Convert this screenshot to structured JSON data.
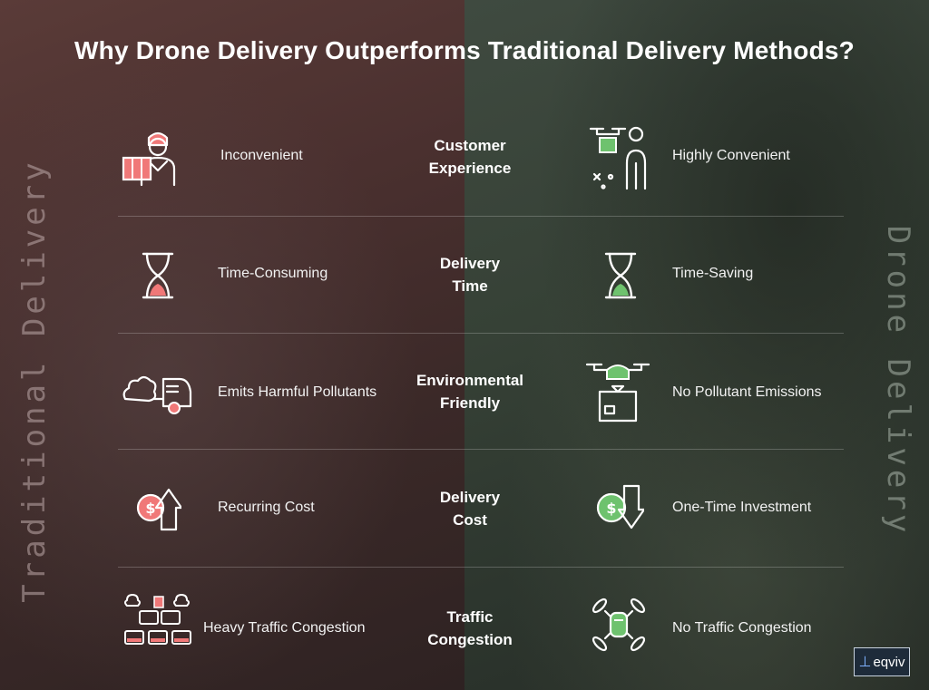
{
  "title": "Why Drone Delivery Outperforms Traditional Delivery Methods?",
  "side_labels": {
    "left": "Traditional Delivery",
    "right": "Drone Delivery"
  },
  "rows": [
    {
      "left": "Inconvenient",
      "middle_line1": "Customer",
      "middle_line2": "Experience",
      "right": "Highly Convenient",
      "left_icon": "delivery-person-icon",
      "right_icon": "drone-delivery-person-icon"
    },
    {
      "left": "Time-Consuming",
      "middle_line1": "Delivery",
      "middle_line2": "Time",
      "right": "Time-Saving",
      "left_icon": "hourglass-icon",
      "right_icon": "hourglass-icon"
    },
    {
      "left": "Emits Harmful Pollutants",
      "middle_line1": "Environmental",
      "middle_line2": "Friendly",
      "right": "No Pollutant Emissions",
      "left_icon": "polluting-truck-icon",
      "right_icon": "drone-package-icon"
    },
    {
      "left": "Recurring Cost",
      "middle_line1": "Delivery",
      "middle_line2": "Cost",
      "right": "One-Time Investment",
      "left_icon": "cost-up-icon",
      "right_icon": "cost-down-icon"
    },
    {
      "left": "Heavy  Traffic Congestion",
      "middle_line1": "Traffic",
      "middle_line2": "Congestion",
      "right": "No Traffic Congestion",
      "left_icon": "traffic-jam-icon",
      "right_icon": "drone-icon"
    }
  ],
  "logo": {
    "text": "eqviv"
  },
  "colors": {
    "traditional_accent": "#f07878",
    "drone_accent": "#6ec26e",
    "text": "#ffffff"
  }
}
